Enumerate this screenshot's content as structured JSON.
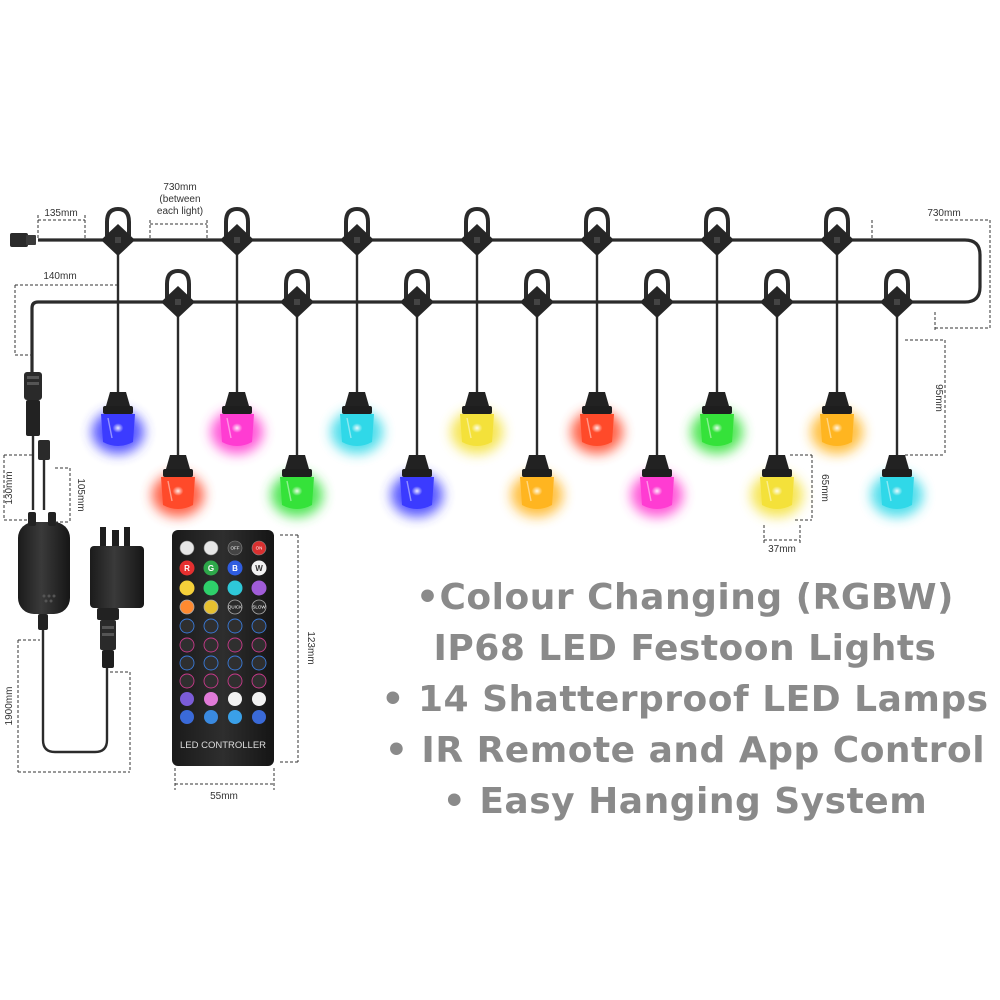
{
  "dimensions": {
    "lead_spacing": "135mm",
    "light_spacing_line1": "730mm",
    "light_spacing_line2": "(between",
    "light_spacing_line3": "each light)",
    "end_spacing": "730mm",
    "start_lead": "140mm",
    "drop_length": "95mm",
    "bulb_height": "65mm",
    "bulb_width": "37mm",
    "connector_length": "130mm",
    "plug_length": "105mm",
    "power_lead": "1900mm",
    "remote_height": "123mm",
    "remote_width": "55mm"
  },
  "remote": {
    "label": "LED CONTROLLER",
    "color_buttons": [
      "R",
      "G",
      "B",
      "W"
    ],
    "speed_buttons": [
      "QUICK",
      "SLOW"
    ],
    "off_label": "OFF",
    "on_label": "ON"
  },
  "features": [
    "•Colour Changing (RGBW)",
    "IP68 LED Festoon Lights",
    "• 14 Shatterproof LED Lamps",
    "• IR Remote and App Control",
    "• Easy Hanging System"
  ],
  "bulb_colors_top": [
    "#3b3bff",
    "#ff3cd2",
    "#30d8e8",
    "#f4e13a",
    "#ff4a2a",
    "#35e23a",
    "#ffb520"
  ],
  "bulb_colors_bottom": [
    "#ff4a2a",
    "#35e23a",
    "#3b3bff",
    "#ffb520",
    "#ff3cd2",
    "#f4e13a",
    "#30d8e8"
  ]
}
